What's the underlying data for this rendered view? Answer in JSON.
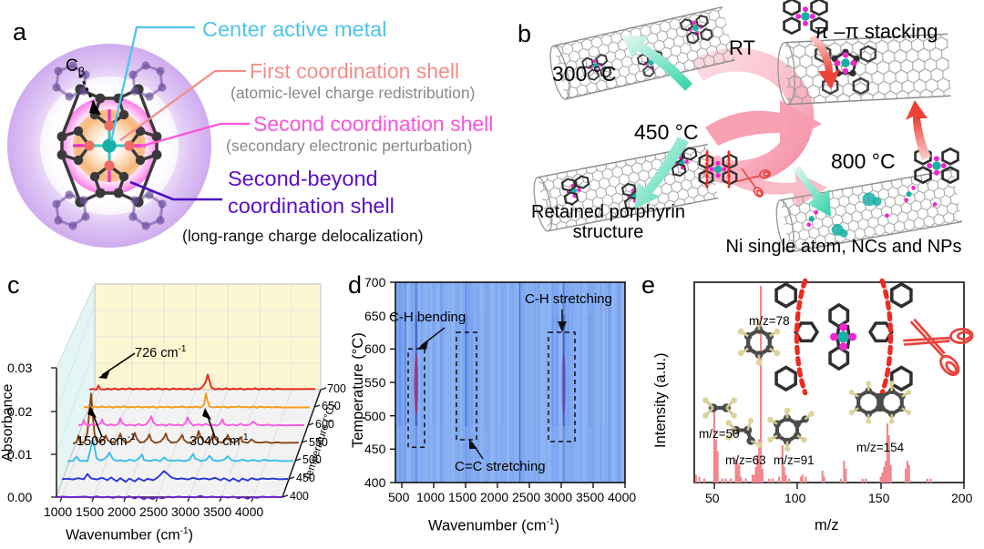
{
  "panels": {
    "a": {
      "label": "a",
      "cbeta": "C",
      "cbeta_sub": "β",
      "annotations": [
        {
          "id": "center-active-metal",
          "text": "Center active metal",
          "color": "#4FC4ED"
        },
        {
          "id": "first-coordination-shell",
          "text": "First coordination shell",
          "color": "#F48D8A"
        },
        {
          "id": "first-coordination-shell-sub",
          "text": "(atomic-level charge redistribution)",
          "color": "#888888"
        },
        {
          "id": "second-coordination-shell",
          "text": "Second coordination shell",
          "color": "#FA54DC"
        },
        {
          "id": "second-coordination-shell-sub",
          "text": "(secondary electronic perturbation)",
          "color": "#888888"
        },
        {
          "id": "second-beyond-line1",
          "text": "Second-beyond",
          "color": "#5B0FC6"
        },
        {
          "id": "second-beyond-line2",
          "text": "coordination shell",
          "color": "#5B0FC6"
        },
        {
          "id": "second-beyond-sub",
          "text": "(long-range charge delocalization)",
          "color": "#111111"
        }
      ]
    },
    "b": {
      "label": "b",
      "temperatures": [
        {
          "id": "rt",
          "text": "RT"
        },
        {
          "id": "t300",
          "text": "300 °C"
        },
        {
          "id": "t450",
          "text": "450 °C"
        },
        {
          "id": "t800",
          "text": "800 °C"
        }
      ],
      "stacking_label": "π –π stacking",
      "captions": [
        {
          "id": "retained-porphyrin",
          "line1": "Retained porphyrin",
          "line2": "structure"
        },
        {
          "id": "ni-products",
          "line1": "Ni single atom, NCs and NPs",
          "line2": ""
        }
      ],
      "colors": {
        "cycle_arrow": "#F7A8B8",
        "green_arrow": "#3FD6AE",
        "red_arrow": "#EE3B34",
        "scissors": "#E8453C",
        "nanotube": "#9a9a9a"
      }
    },
    "c": {
      "label": "c",
      "xlabel": "Wavenumber (cm",
      "xlabel_sup": "-1",
      "xlabel_end": ")",
      "ylabel": "Absorbance",
      "zlabel": "Temperature (°C)",
      "annotations": [
        {
          "id": "peak-726",
          "text": "726 cm",
          "sup": "-1"
        },
        {
          "id": "peak-1506",
          "text": "1506 cm",
          "sup": "-1"
        },
        {
          "id": "peak-3040",
          "text": "3040 cm",
          "sup": "-1"
        }
      ]
    },
    "d": {
      "label": "d",
      "xlabel": "Wavenumber (cm",
      "xlabel_sup": "-1",
      "xlabel_end": ")",
      "ylabel": "Temperature (°C)",
      "annotations": [
        {
          "id": "ch-bending",
          "text": "C-H bending"
        },
        {
          "id": "cc-stretching",
          "text": "C=C stretching"
        },
        {
          "id": "ch-stretching",
          "text": "C-H stretching"
        }
      ]
    },
    "e": {
      "label": "e",
      "xlabel": "m/z",
      "ylabel": "Intensity (a.u.)",
      "peak_labels": [
        {
          "id": "mz-50",
          "text": "m/z=50"
        },
        {
          "id": "mz-63",
          "text": "m/z=63"
        },
        {
          "id": "mz-78",
          "text": "m/z=78"
        },
        {
          "id": "mz-91",
          "text": "m/z=91"
        },
        {
          "id": "mz-154",
          "text": "m/z=154"
        }
      ]
    }
  },
  "chart_data": [
    {
      "id": "panel-c",
      "type": "line",
      "title": "",
      "xlabel": "Wavenumber (cm-1)",
      "ylabel": "Absorbance",
      "zlabel": "Temperature (°C)",
      "xlim": [
        400,
        4200
      ],
      "ylim": [
        0.0,
        0.035
      ],
      "xticks": [
        1000,
        1500,
        2000,
        2500,
        3000,
        3500,
        4000
      ],
      "yticks": [
        0.0,
        0.01,
        0.02,
        0.03
      ],
      "zticks": [
        400,
        450,
        500,
        550,
        600,
        650,
        700
      ],
      "grid": true,
      "projection": "3d-waterfall",
      "annotations": [
        {
          "text": "726 cm-1",
          "x": 726
        },
        {
          "text": "1506 cm-1",
          "x": 1506
        },
        {
          "text": "3040 cm-1",
          "x": 3040
        }
      ],
      "series": [
        {
          "name": "400 °C",
          "color": "#6D1FD6",
          "offset": 0
        },
        {
          "name": "450 °C",
          "color": "#2A34D8",
          "offset": 1
        },
        {
          "name": "500 °C",
          "color": "#39BDEE",
          "offset": 2
        },
        {
          "name": "550 °C",
          "color": "#8A4512",
          "offset": 3
        },
        {
          "name": "600 °C",
          "color": "#FB5BE0",
          "offset": 4
        },
        {
          "name": "650 °C",
          "color": "#F79A16",
          "offset": 5
        },
        {
          "name": "700 °C",
          "color": "#E8231A",
          "offset": 6
        }
      ]
    },
    {
      "id": "panel-d",
      "type": "heatmap",
      "title": "",
      "xlabel": "Wavenumber (cm-1)",
      "ylabel": "Temperature (°C)",
      "xlim": [
        400,
        4000
      ],
      "ylim": [
        400,
        700
      ],
      "xticks": [
        500,
        1000,
        1500,
        2000,
        2500,
        3000,
        3500,
        4000
      ],
      "yticks": [
        400,
        450,
        500,
        550,
        600,
        650,
        700
      ],
      "colormap": [
        "#7FA9F0",
        "#4F82E8",
        "#2148C9",
        "#1431A8",
        "#8E2C9E",
        "#B03070"
      ],
      "bands": [
        {
          "center": 470,
          "width": 55,
          "intensity": 0.55
        },
        {
          "center": 560,
          "width": 22,
          "intensity": 0.75
        },
        {
          "center": 726,
          "width": 34,
          "intensity": 1.0,
          "hot": true
        },
        {
          "center": 800,
          "width": 20,
          "intensity": 0.5
        },
        {
          "center": 1000,
          "width": 40,
          "intensity": 0.35
        },
        {
          "center": 1180,
          "width": 30,
          "intensity": 0.3
        },
        {
          "center": 1350,
          "width": 30,
          "intensity": 0.42
        },
        {
          "center": 1506,
          "width": 36,
          "intensity": 0.8
        },
        {
          "center": 1600,
          "width": 25,
          "intensity": 0.45
        },
        {
          "center": 1800,
          "width": 40,
          "intensity": 0.22
        },
        {
          "center": 2100,
          "width": 40,
          "intensity": 0.2
        },
        {
          "center": 2350,
          "width": 26,
          "intensity": 0.95,
          "full": true
        },
        {
          "center": 2500,
          "width": 30,
          "intensity": 0.25
        },
        {
          "center": 2870,
          "width": 28,
          "intensity": 0.48
        },
        {
          "center": 2930,
          "width": 28,
          "intensity": 0.7
        },
        {
          "center": 3040,
          "width": 38,
          "intensity": 0.88,
          "hot": true
        },
        {
          "center": 3110,
          "width": 24,
          "intensity": 0.4
        },
        {
          "center": 3450,
          "width": 45,
          "intensity": 0.45
        },
        {
          "center": 3700,
          "width": 40,
          "intensity": 0.22
        }
      ],
      "boxes": [
        {
          "label": "C-H bending",
          "x0": 600,
          "x1": 860,
          "y0": 452,
          "y1": 600
        },
        {
          "label": "C=C stretching",
          "x0": 1360,
          "x1": 1680,
          "y0": 466,
          "y1": 622
        },
        {
          "label": "C-H stretching",
          "x0": 2800,
          "x1": 3230,
          "y0": 458,
          "y1": 622
        }
      ]
    },
    {
      "id": "panel-e",
      "type": "bar",
      "title": "",
      "xlabel": "m/z",
      "ylabel": "Intensity (a.u.)",
      "xlim": [
        38,
        200
      ],
      "ylim": [
        0,
        100
      ],
      "xticks": [
        50,
        100,
        150,
        200
      ],
      "grid": false,
      "color": "#F2888F",
      "x": [
        39,
        41,
        44,
        50,
        51,
        52,
        55,
        57,
        60,
        63,
        64,
        65,
        66,
        69,
        73,
        74,
        75,
        76,
        77,
        78,
        79,
        83,
        85,
        89,
        91,
        92,
        93,
        95,
        102,
        103,
        105,
        115,
        116,
        126,
        128,
        129,
        139,
        141,
        150,
        151,
        152,
        153,
        154,
        155,
        156,
        165,
        166,
        167,
        178,
        180
      ],
      "values": [
        4,
        3,
        2,
        39,
        22,
        16,
        2,
        2,
        2,
        12,
        10,
        9,
        3,
        2,
        4,
        4,
        8,
        14,
        22,
        100,
        7,
        2,
        2,
        3,
        19,
        8,
        4,
        2,
        3,
        4,
        3,
        6,
        3,
        2,
        11,
        7,
        2,
        2,
        3,
        5,
        8,
        11,
        30,
        24,
        9,
        7,
        11,
        9,
        2,
        2
      ]
    }
  ]
}
